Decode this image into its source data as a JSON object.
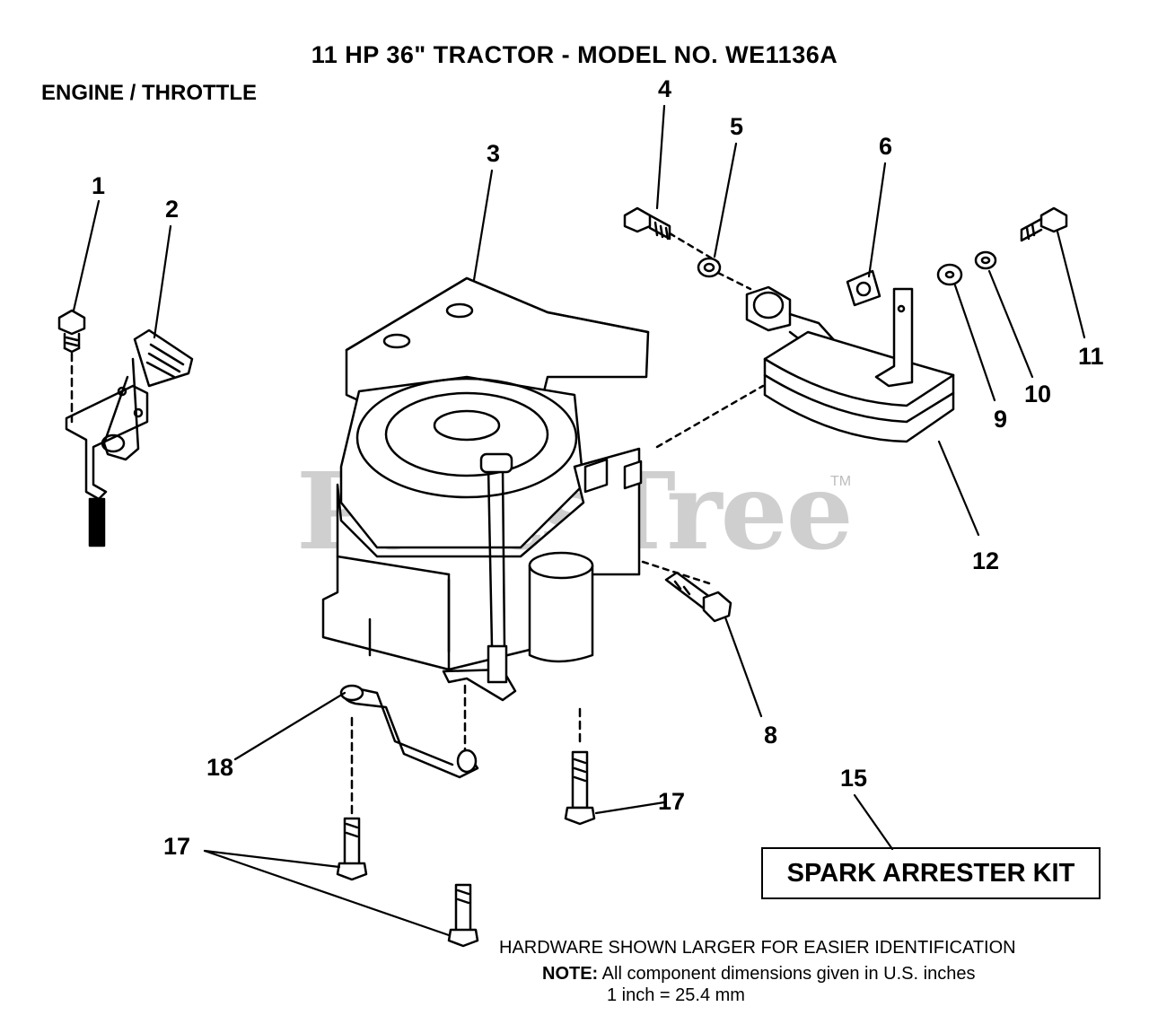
{
  "header": {
    "title": "11 HP 36\" TRACTOR - MODEL NO. WE1136A",
    "section": "ENGINE / THROTTLE"
  },
  "callouts": {
    "c1": "1",
    "c2": "2",
    "c3": "3",
    "c4": "4",
    "c5": "5",
    "c6": "6",
    "c8": "8",
    "c9": "9",
    "c10": "10",
    "c11": "11",
    "c12": "12",
    "c15": "15",
    "c17a": "17",
    "c17b": "17",
    "c18": "18"
  },
  "kit_label": "SPARK ARRESTER KIT",
  "notes": {
    "hardware": "HARDWARE SHOWN LARGER FOR EASIER IDENTIFICATION",
    "note_label": "NOTE:",
    "note_text": "All component dimensions given in U.S. inches",
    "conversion": "1 inch = 25.4 mm"
  },
  "watermark": {
    "brand": "PartsTree",
    "tm": "TM"
  }
}
